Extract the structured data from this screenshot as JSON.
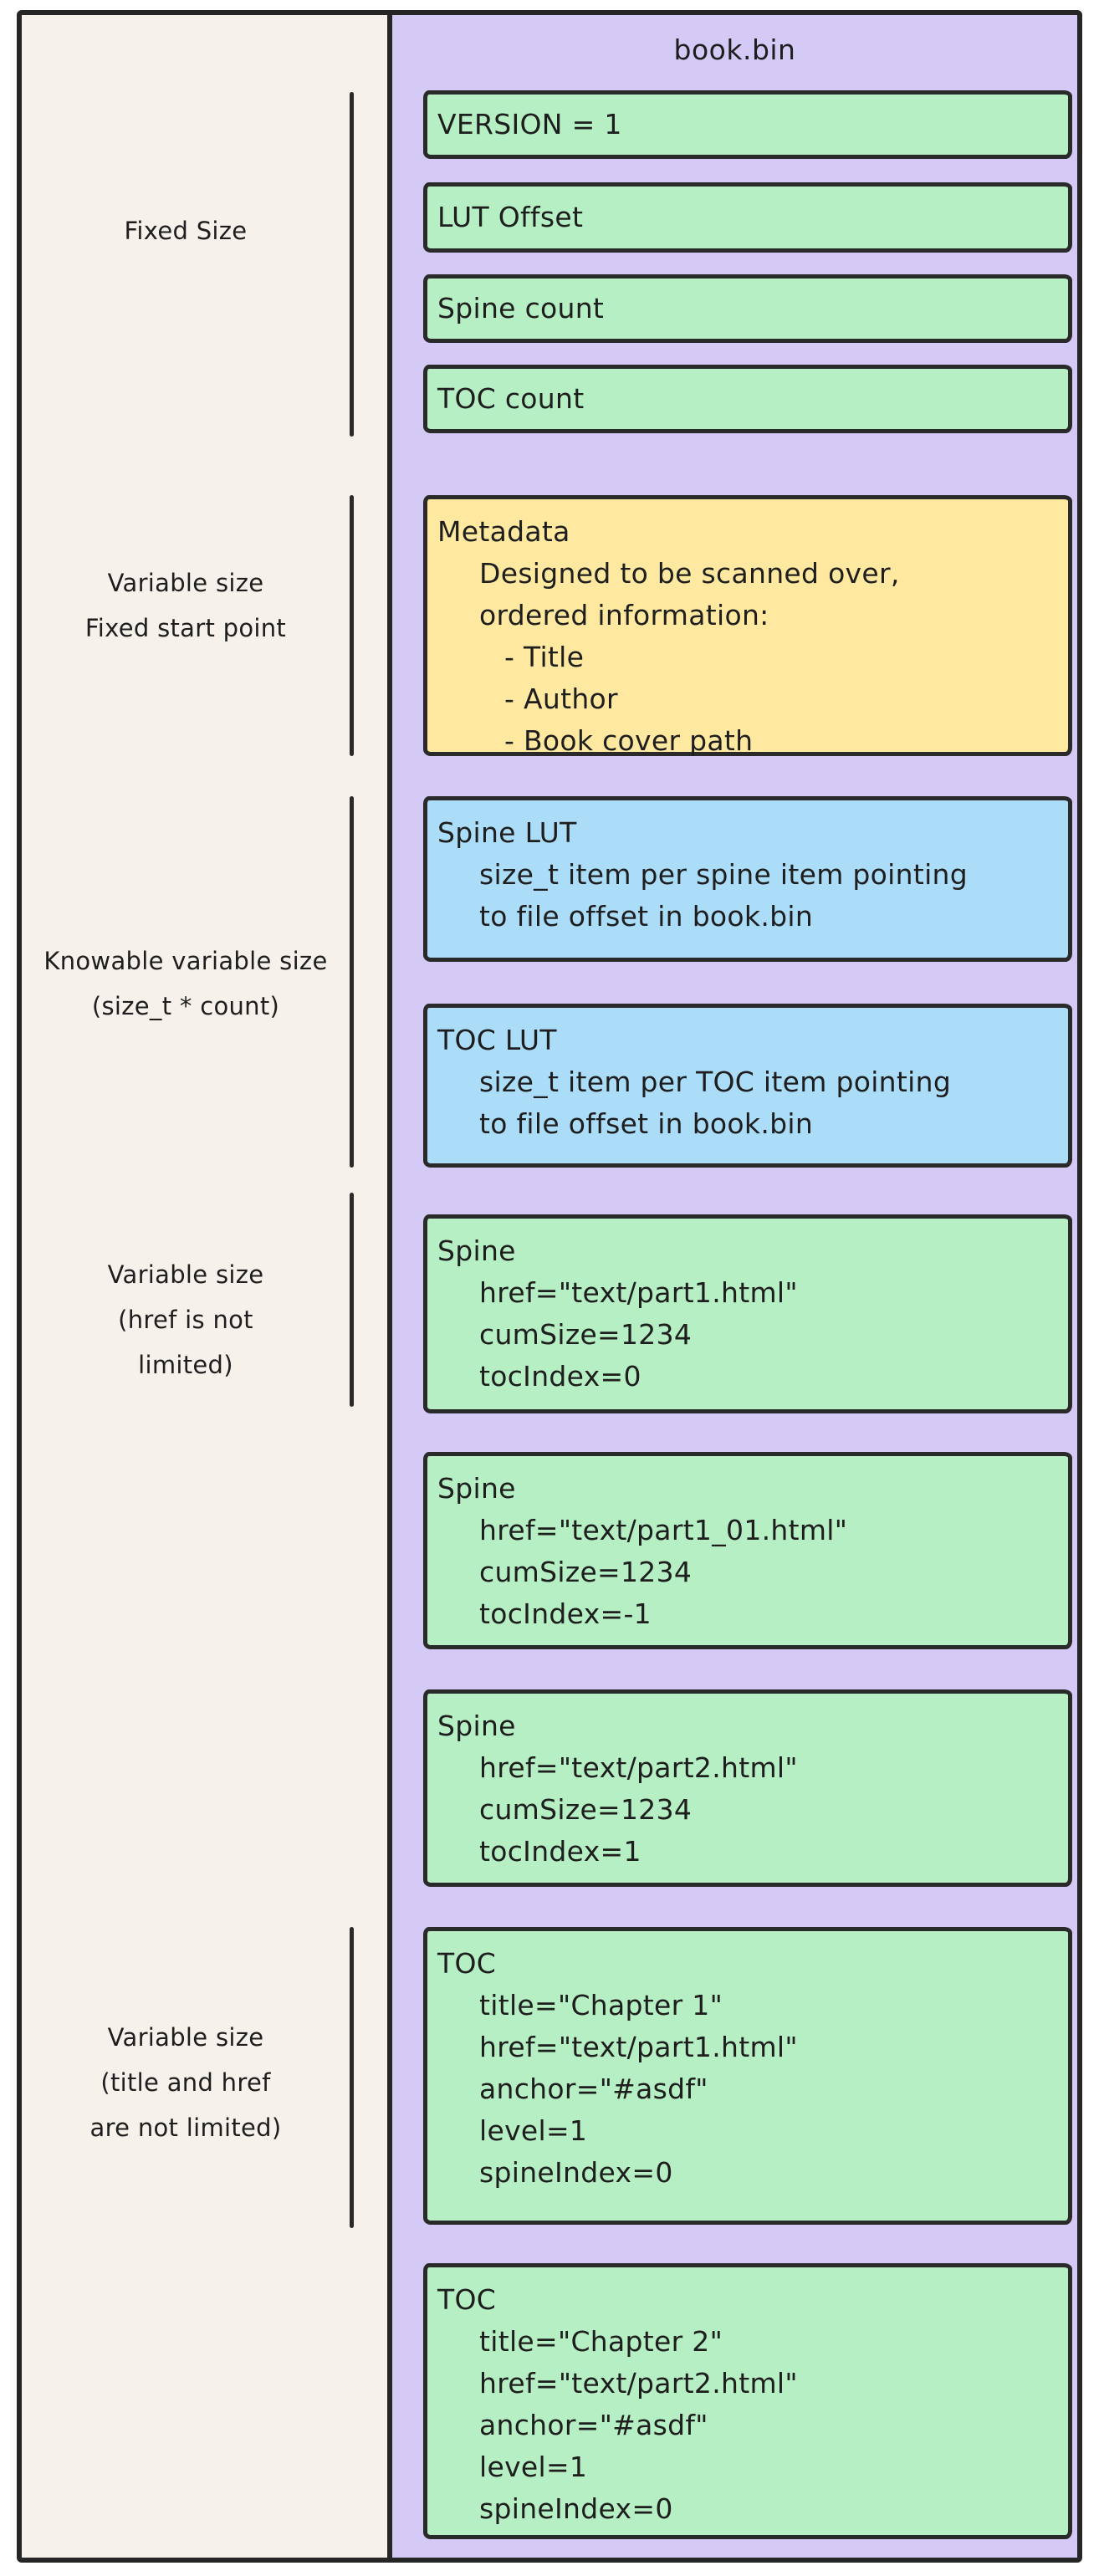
{
  "page": {
    "title": "book.bin"
  },
  "palette": {
    "purple": "#d5c9f6",
    "green": "#b5efc3",
    "yellow": "#ffe9a0",
    "blue": "#abdcf8",
    "cream": "#f6f1ea",
    "stroke": "#262626",
    "text": "#1e1e1e"
  },
  "annotations": [
    {
      "id": "fixed-size",
      "lines": [
        "Fixed Size"
      ]
    },
    {
      "id": "variable-size-fixed-start",
      "lines": [
        "Variable size",
        "Fixed start point"
      ]
    },
    {
      "id": "knowable-variable-size",
      "lines": [
        "Knowable variable size",
        "(size_t * count)"
      ]
    },
    {
      "id": "variable-size-href",
      "lines": [
        "Variable size",
        "(href is not",
        "limited)"
      ]
    },
    {
      "id": "variable-size-title-href",
      "lines": [
        "Variable size",
        "(title and href",
        "are not limited)"
      ]
    }
  ],
  "blocks": [
    {
      "id": "version",
      "color": "green",
      "lines": [
        {
          "text": "VERSION = 1",
          "indent": 0
        }
      ]
    },
    {
      "id": "lut-offset",
      "color": "green",
      "lines": [
        {
          "text": "LUT Offset",
          "indent": 0
        }
      ]
    },
    {
      "id": "spine-count",
      "color": "green",
      "lines": [
        {
          "text": "Spine count",
          "indent": 0
        }
      ]
    },
    {
      "id": "toc-count",
      "color": "green",
      "lines": [
        {
          "text": "TOC count",
          "indent": 0
        }
      ]
    },
    {
      "id": "metadata",
      "color": "yellow",
      "lines": [
        {
          "text": "Metadata",
          "indent": 0
        },
        {
          "text": "Designed to be scanned over,",
          "indent": 1
        },
        {
          "text": "ordered information:",
          "indent": 1
        },
        {
          "text": "- Title",
          "indent": 2
        },
        {
          "text": "- Author",
          "indent": 2
        },
        {
          "text": "- Book cover path",
          "indent": 2
        }
      ]
    },
    {
      "id": "spine-lut",
      "color": "blue",
      "lines": [
        {
          "text": "Spine LUT",
          "indent": 0
        },
        {
          "text": "size_t item per spine item pointing",
          "indent": 1
        },
        {
          "text": "to file offset in book.bin",
          "indent": 1
        }
      ]
    },
    {
      "id": "toc-lut",
      "color": "blue",
      "lines": [
        {
          "text": "TOC LUT",
          "indent": 0
        },
        {
          "text": "size_t item per TOC item pointing",
          "indent": 1
        },
        {
          "text": "to file offset in book.bin",
          "indent": 1
        }
      ]
    },
    {
      "id": "spine-1",
      "color": "green",
      "lines": [
        {
          "text": "Spine",
          "indent": 0
        },
        {
          "text": "href=\"text/part1.html\"",
          "indent": 1
        },
        {
          "text": "cumSize=1234",
          "indent": 1
        },
        {
          "text": "tocIndex=0",
          "indent": 1
        }
      ]
    },
    {
      "id": "spine-2",
      "color": "green",
      "lines": [
        {
          "text": "Spine",
          "indent": 0
        },
        {
          "text": "href=\"text/part1_01.html\"",
          "indent": 1
        },
        {
          "text": "cumSize=1234",
          "indent": 1
        },
        {
          "text": "tocIndex=-1",
          "indent": 1
        }
      ]
    },
    {
      "id": "spine-3",
      "color": "green",
      "lines": [
        {
          "text": "Spine",
          "indent": 0
        },
        {
          "text": "href=\"text/part2.html\"",
          "indent": 1
        },
        {
          "text": "cumSize=1234",
          "indent": 1
        },
        {
          "text": "tocIndex=1",
          "indent": 1
        }
      ]
    },
    {
      "id": "toc-1",
      "color": "green",
      "lines": [
        {
          "text": "TOC",
          "indent": 0
        },
        {
          "text": "title=\"Chapter 1\"",
          "indent": 1
        },
        {
          "text": "href=\"text/part1.html\"",
          "indent": 1
        },
        {
          "text": "anchor=\"#asdf\"",
          "indent": 1
        },
        {
          "text": "level=1",
          "indent": 1
        },
        {
          "text": "spineIndex=0",
          "indent": 1
        }
      ]
    },
    {
      "id": "toc-2",
      "color": "green",
      "lines": [
        {
          "text": "TOC",
          "indent": 0
        },
        {
          "text": "title=\"Chapter 2\"",
          "indent": 1
        },
        {
          "text": "href=\"text/part2.html\"",
          "indent": 1
        },
        {
          "text": "anchor=\"#asdf\"",
          "indent": 1
        },
        {
          "text": "level=1",
          "indent": 1
        },
        {
          "text": "spineIndex=0",
          "indent": 1
        }
      ]
    }
  ]
}
